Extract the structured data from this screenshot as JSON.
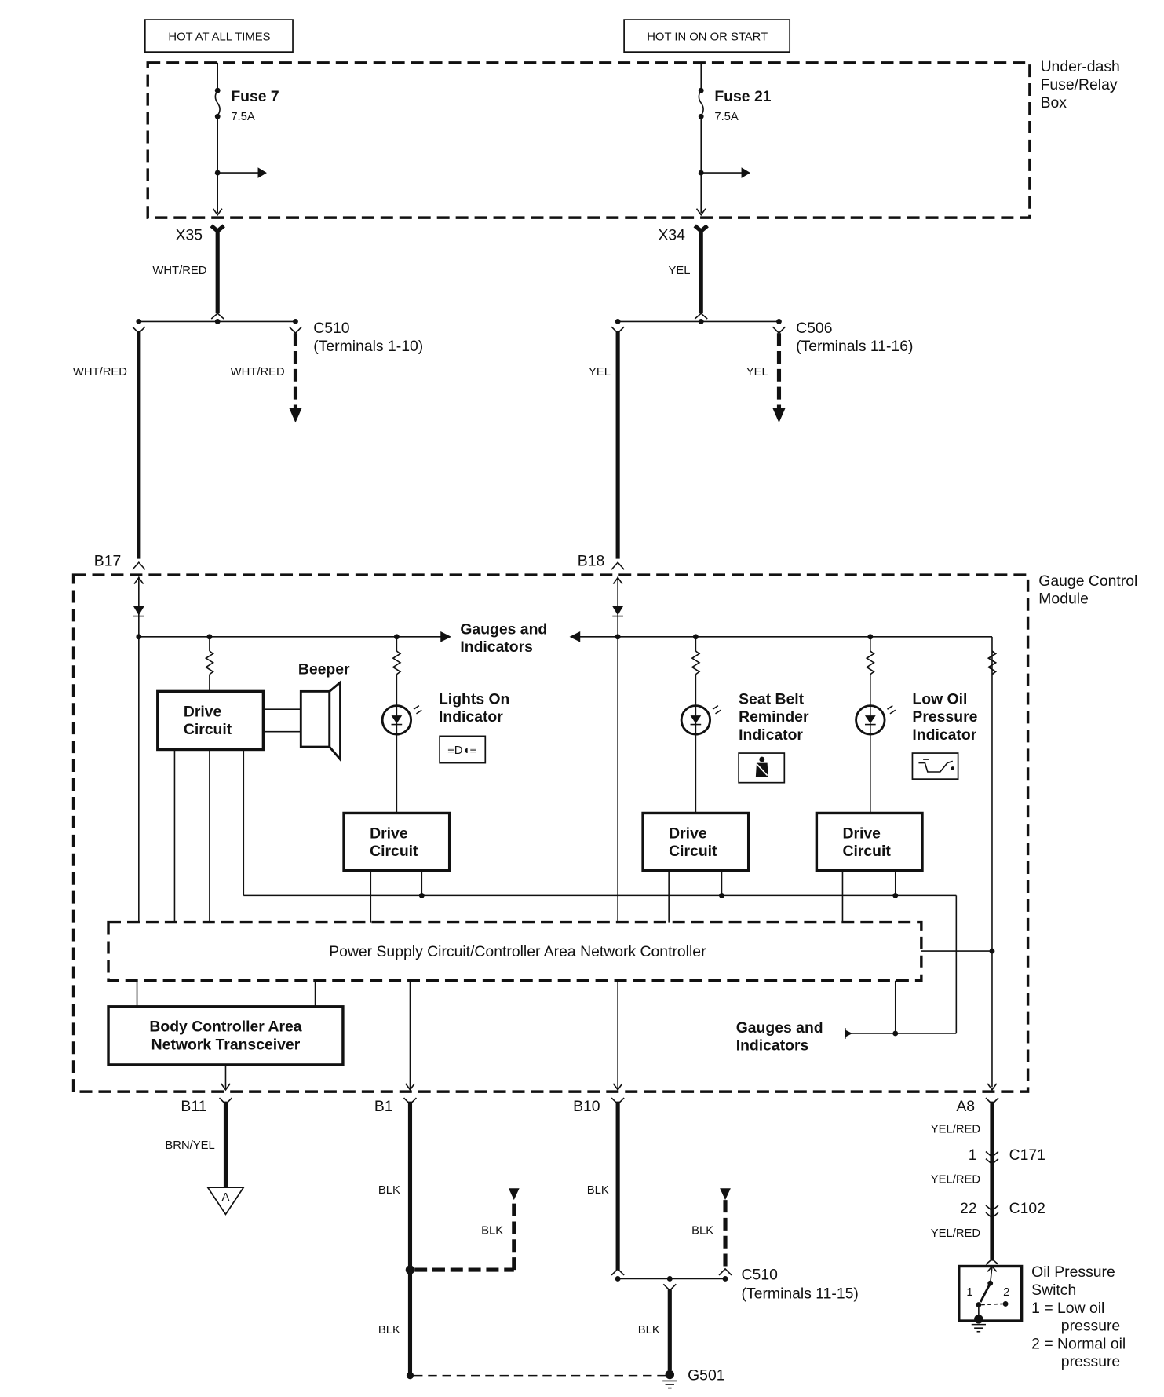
{
  "diagram": {
    "type": "wiring-schematic",
    "sources": {
      "hot_at_all_times": "HOT AT ALL TIMES",
      "hot_in_on_or_start": "HOT IN ON OR START"
    },
    "fuse_box": {
      "label_line1": "Under-dash",
      "label_line2": "Fuse/Relay",
      "label_line3": "Box",
      "fuses": [
        {
          "name": "Fuse 7",
          "rating": "7.5A"
        },
        {
          "name": "Fuse 21",
          "rating": "7.5A"
        }
      ]
    },
    "terminals": {
      "x35": "X35",
      "x34": "X34",
      "b17": "B17",
      "b18": "B18",
      "b11": "B11",
      "b1": "B1",
      "b10": "B10",
      "a8": "A8"
    },
    "wires": {
      "wht_red": "WHT/RED",
      "yel": "YEL",
      "brn_yel": "BRN/YEL",
      "blk": "BLK",
      "yel_red": "YEL/RED"
    },
    "connectors": {
      "c510_top": {
        "name": "C510",
        "terminals": "(Terminals 1-10)"
      },
      "c506": {
        "name": "C506",
        "terminals": "(Terminals 11-16)"
      },
      "c510_bottom": {
        "name": "C510",
        "terminals": "(Terminals 11-15)"
      },
      "c171": {
        "name": "C171",
        "pin": "1"
      },
      "c102": {
        "name": "C102",
        "pin": "22"
      }
    },
    "module": {
      "label_line1": "Gauge Control",
      "label_line2": "Module",
      "gauges_line1": "Gauges and",
      "gauges_line2": "Indicators",
      "beeper": "Beeper",
      "drive_line1": "Drive",
      "drive_line2": "Circuit",
      "lights_on_line1": "Lights On",
      "lights_on_line2": "Indicator",
      "seat_belt_line1": "Seat Belt",
      "seat_belt_line2": "Reminder",
      "seat_belt_line3": "Indicator",
      "low_oil_line1": "Low Oil",
      "low_oil_line2": "Pressure",
      "low_oil_line3": "Indicator",
      "power_supply": "Power Supply Circuit/Controller Area Network Controller",
      "transceiver_line1": "Body Controller Area",
      "transceiver_line2": "Network Transceiver"
    },
    "ground": {
      "name": "G501"
    },
    "junction_ref": "A",
    "oil_switch": {
      "title_line1": "Oil Pressure",
      "title_line2": "Switch",
      "pos1": "1",
      "pos2": "2",
      "legend1_line1": "1 = Low oil",
      "legend1_line2": "pressure",
      "legend2_line1": "2 = Normal oil",
      "legend2_line2": "pressure"
    }
  }
}
